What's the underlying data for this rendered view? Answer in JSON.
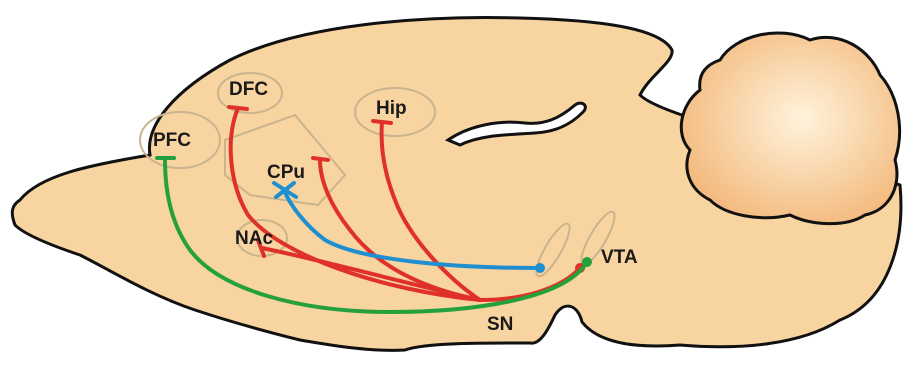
{
  "colors": {
    "brain_fill": "#f8d4a0",
    "brain_outline": "#111111",
    "cerebellum_fill": "#f6c48c",
    "region_outline": "#c9b48e",
    "red_pathway": "#e0302a",
    "blue_pathway": "#1e8fd0",
    "green_pathway": "#26a03c"
  },
  "labels": {
    "pfc": "PFC",
    "dfc": "DFC",
    "hip": "Hip",
    "cpu": "CPu",
    "nac": "NAc",
    "vta": "VTA",
    "sn": "SN"
  }
}
